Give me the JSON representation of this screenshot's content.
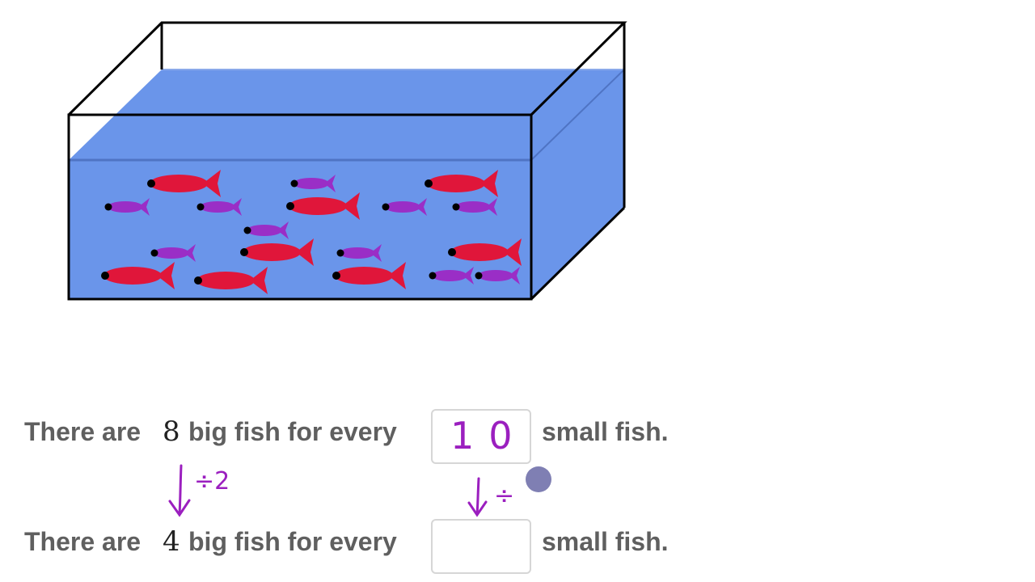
{
  "line1": {
    "prefix": "There are",
    "number": "8",
    "middle": "big fish for every",
    "answer_value": "10",
    "suffix": "small fish."
  },
  "line2": {
    "prefix": "There are",
    "number": "4",
    "middle": "big fish for every",
    "answer_value": "",
    "suffix": "small fish."
  },
  "annotations": {
    "left_op": "÷2",
    "right_op": "÷",
    "ink_color": "#9b1fbf"
  },
  "colors": {
    "water": "#6a95ea",
    "big_fish": "#e0163a",
    "small_fish": "#9a2ec6",
    "cursor": "#7f7fb3"
  },
  "fish": {
    "big_count": 8,
    "small_count": 10
  }
}
